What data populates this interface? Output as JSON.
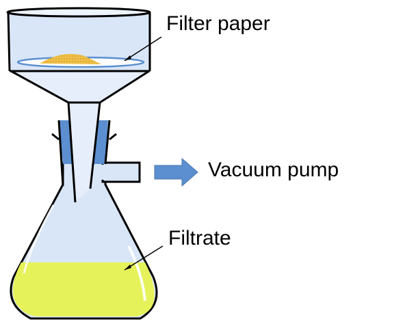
{
  "labels": {
    "filter_paper": "Filter paper",
    "vacuum_pump": "Vacuum pump",
    "filtrate": "Filtrate"
  },
  "colors": {
    "glass_fill": "#d9e6f7",
    "glass_fill_light": "#e6eefb",
    "outline": "#000000",
    "stopper": "#5b8fd0",
    "arrow": "#5b8fd0",
    "filtrate_liquid": "#e6f25a",
    "precipitate": "#f0c048",
    "precipitate_dots": "#b78a1a"
  }
}
